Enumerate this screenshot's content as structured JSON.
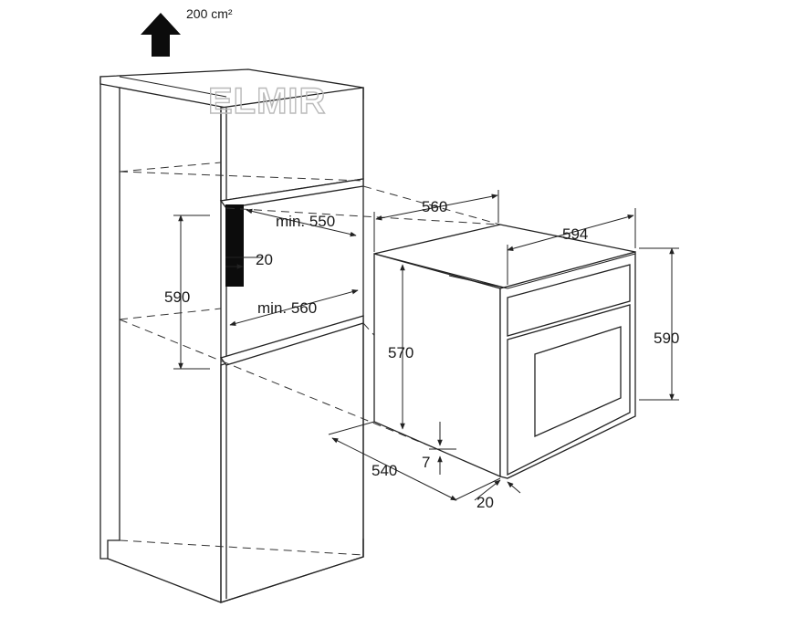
{
  "airflow": {
    "label": "200 cm²"
  },
  "watermark": {
    "text": "ELMIR"
  },
  "dimensions": {
    "niche_depth_min": "min. 550",
    "niche_width_min": "min. 560",
    "niche_height": "590",
    "vent_gap": "20",
    "oven_depth_top": "560",
    "oven_width": "594",
    "oven_body_height": "570",
    "oven_height": "590",
    "oven_body_depth": "540",
    "door_thickness": "20",
    "bottom_offset": "7"
  }
}
